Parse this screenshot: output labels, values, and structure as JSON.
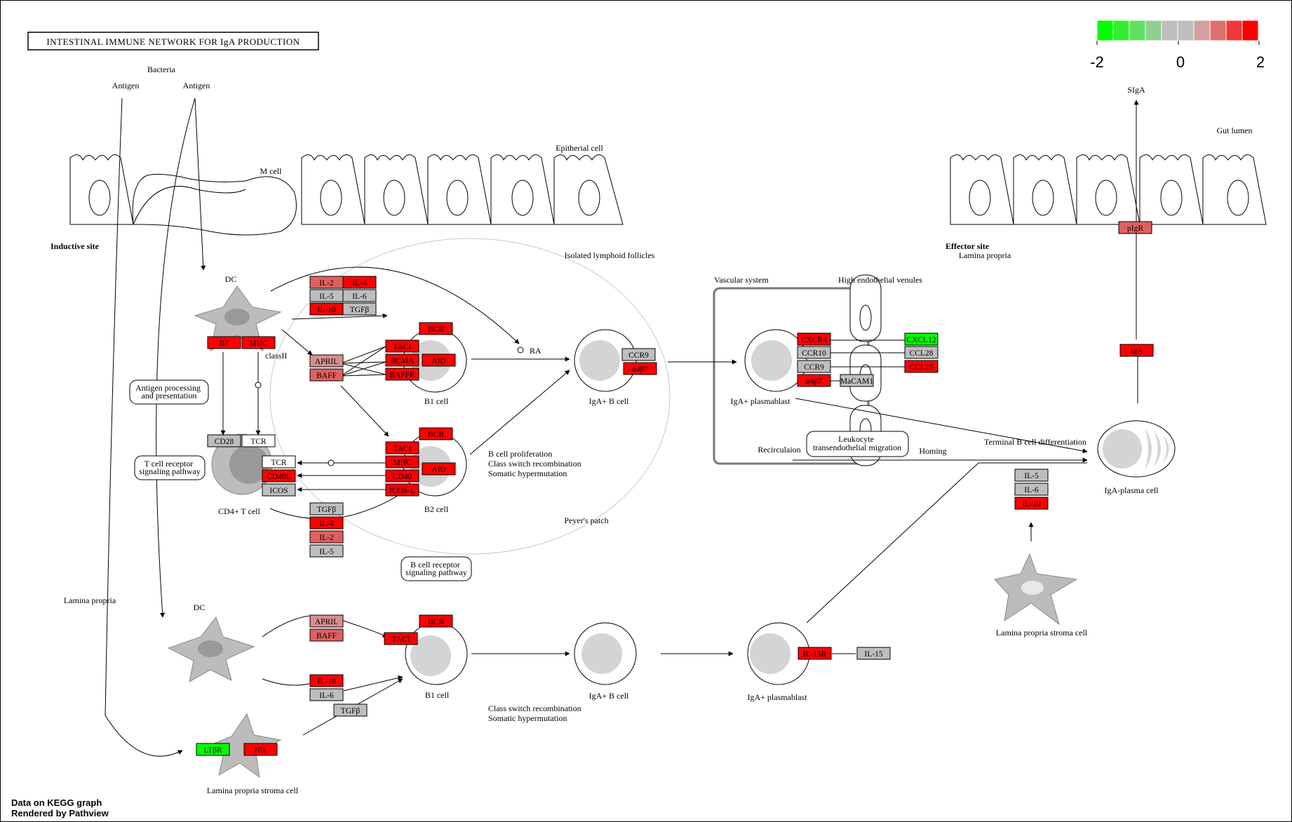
{
  "title": "INTESTINAL IMMUNE NETWORK FOR IgA PRODUCTION",
  "colors": {
    "red": "#ff0000",
    "salmon": "#e06060",
    "pale_red": "#d98e8e",
    "gray": "#bebebe",
    "green": "#00ff00",
    "cell_gray": "#bcbcbc",
    "nucleus_gray": "#d4d4d4",
    "dark_nucleus": "#999999",
    "border": "#000000"
  },
  "legend": {
    "swatches": [
      "#00ff00",
      "#30ef30",
      "#60df60",
      "#90cf90",
      "#bebebe",
      "#bebebe",
      "#d39f9f",
      "#e07070",
      "#f03838",
      "#ff0000"
    ],
    "tick_labels": [
      "-2",
      "0",
      "2"
    ]
  },
  "labels": {
    "bacteria": "Bacteria",
    "antigen_left": "Antigen",
    "antigen_right": "Antigen",
    "m_cell": "M cell",
    "epithelial_cell": "Epitherial cell",
    "inductive_site": "Inductive site",
    "dc_top": "DC",
    "class_ii": "classII",
    "antigen_processing": "Antigen processing\nand presentation",
    "tcr_pathway": "T cell receptor\nsignaling pathway",
    "cd4_t_cell": "CD4+ T cell",
    "isolated_follicles": "Isolated lymphoid follicles",
    "ra": "RA",
    "b1_cell_top": "B1 cell",
    "b2_cell": "B2 cell",
    "b_prolif": "B cell proliferation\nClass switch recombination\nSomatic hypermutation",
    "peyers_patch": "Peyer's patch",
    "bcr_pathway": "B cell receptor\nsignaling pathway",
    "iga_b_cell_top": "IgA+ B cell",
    "vascular_system": "Vascular system",
    "hev": "High endothelial venules",
    "iga_plasmablast_top": "IgA+ plasmablast",
    "recirculation": "Recirculaion",
    "leukocyte_migration": "Leukocyte\ntransendothelial migration",
    "homing": "Homing",
    "terminal_diff": "Terminal B cell differentiation",
    "effector_site": "Effector site",
    "lamina_propria_right": "Lamina propria",
    "gut_lumen": "Gut lumen",
    "siga": "SIgA",
    "iga_plasma_cell": "IgA-plasma cell",
    "lp_stroma_right": "Lamina propria stroma cell",
    "lamina_propria_left": "Lamina propria",
    "dc_bottom": "DC",
    "b1_cell_bottom": "B1 cell",
    "class_switch_bottom": "Class switch recombination\nSomatic hypermutation",
    "iga_b_cell_bottom": "IgA+ B cell",
    "iga_plasmablast_bottom": "IgA+ plasmablast",
    "lp_stroma_left": "Lamina propria stroma cell",
    "footer_1": "Data on KEGG graph",
    "footer_2": "Rendered by Pathview"
  },
  "genes": [
    {
      "name": "IL-2",
      "color": "#e06060"
    },
    {
      "name": "IL-4",
      "color": "#ff0000"
    },
    {
      "name": "IL-5",
      "color": "#bebebe"
    },
    {
      "name": "IL-6",
      "color": "#bebebe"
    },
    {
      "name": "IL-10",
      "color": "#ff0000"
    },
    {
      "name": "TGFβ",
      "color": "#bebebe"
    },
    {
      "name": "B7",
      "color": "#ff0000"
    },
    {
      "name": "MHC",
      "color": "#ff0000"
    },
    {
      "name": "APRIL",
      "color": "#d98e8e"
    },
    {
      "name": "BAFF",
      "color": "#e06060"
    },
    {
      "name": "TACI",
      "color": "#ff0000"
    },
    {
      "name": "BCMA",
      "color": "#ff0000"
    },
    {
      "name": "BAFFR",
      "color": "#ff0000"
    },
    {
      "name": "BCR",
      "color": "#ff0000"
    },
    {
      "name": "AID",
      "color": "#ff0000"
    },
    {
      "name": "CD28",
      "color": "#bebebe"
    },
    {
      "name": "TCR",
      "color": "#ffffff"
    },
    {
      "name": "TCR",
      "color": "#ffffff"
    },
    {
      "name": "CD40L",
      "color": "#ff0000"
    },
    {
      "name": "ICOS",
      "color": "#bebebe"
    },
    {
      "name": "TACI",
      "color": "#ff0000"
    },
    {
      "name": "MHC",
      "color": "#ff0000"
    },
    {
      "name": "CD40",
      "color": "#ff0000"
    },
    {
      "name": "ICOS-L",
      "color": "#ff0000"
    },
    {
      "name": "BCR",
      "color": "#ff0000"
    },
    {
      "name": "AID",
      "color": "#ff0000"
    },
    {
      "name": "TGFβ",
      "color": "#bebebe"
    },
    {
      "name": "IL-4",
      "color": "#ff0000"
    },
    {
      "name": "IL-2",
      "color": "#e06060"
    },
    {
      "name": "IL-5",
      "color": "#bebebe"
    },
    {
      "name": "CCR9",
      "color": "#bebebe"
    },
    {
      "name": "α4β7",
      "color": "#ff0000"
    },
    {
      "name": "CXCR4",
      "color": "#ff0000"
    },
    {
      "name": "CCR10",
      "color": "#bebebe"
    },
    {
      "name": "CCR9",
      "color": "#bebebe"
    },
    {
      "name": "α4β7",
      "color": "#ff0000"
    },
    {
      "name": "MaCAM1",
      "color": "#bebebe"
    },
    {
      "name": "CXCL12",
      "color": "#00ff00"
    },
    {
      "name": "CCL28",
      "color": "#bebebe"
    },
    {
      "name": "CCL25",
      "color": "#ff0000"
    },
    {
      "name": "pIgR",
      "color": "#e06060"
    },
    {
      "name": "IgA",
      "color": "#ff0000"
    },
    {
      "name": "IL-5",
      "color": "#bebebe"
    },
    {
      "name": "IL-6",
      "color": "#bebebe"
    },
    {
      "name": "IL-10",
      "color": "#ff0000"
    },
    {
      "name": "APRIL",
      "color": "#d98e8e"
    },
    {
      "name": "BAFF",
      "color": "#e06060"
    },
    {
      "name": "BCR",
      "color": "#ff0000"
    },
    {
      "name": "TACI",
      "color": "#ff0000"
    },
    {
      "name": "IL-10",
      "color": "#ff0000"
    },
    {
      "name": "IL-6",
      "color": "#bebebe"
    },
    {
      "name": "TGFβ",
      "color": "#bebebe"
    },
    {
      "name": "IL-15R",
      "color": "#ff0000"
    },
    {
      "name": "IL-15",
      "color": "#bebebe"
    },
    {
      "name": "LTβR",
      "color": "#00ff00"
    },
    {
      "name": "Nik",
      "color": "#ff0000"
    }
  ]
}
